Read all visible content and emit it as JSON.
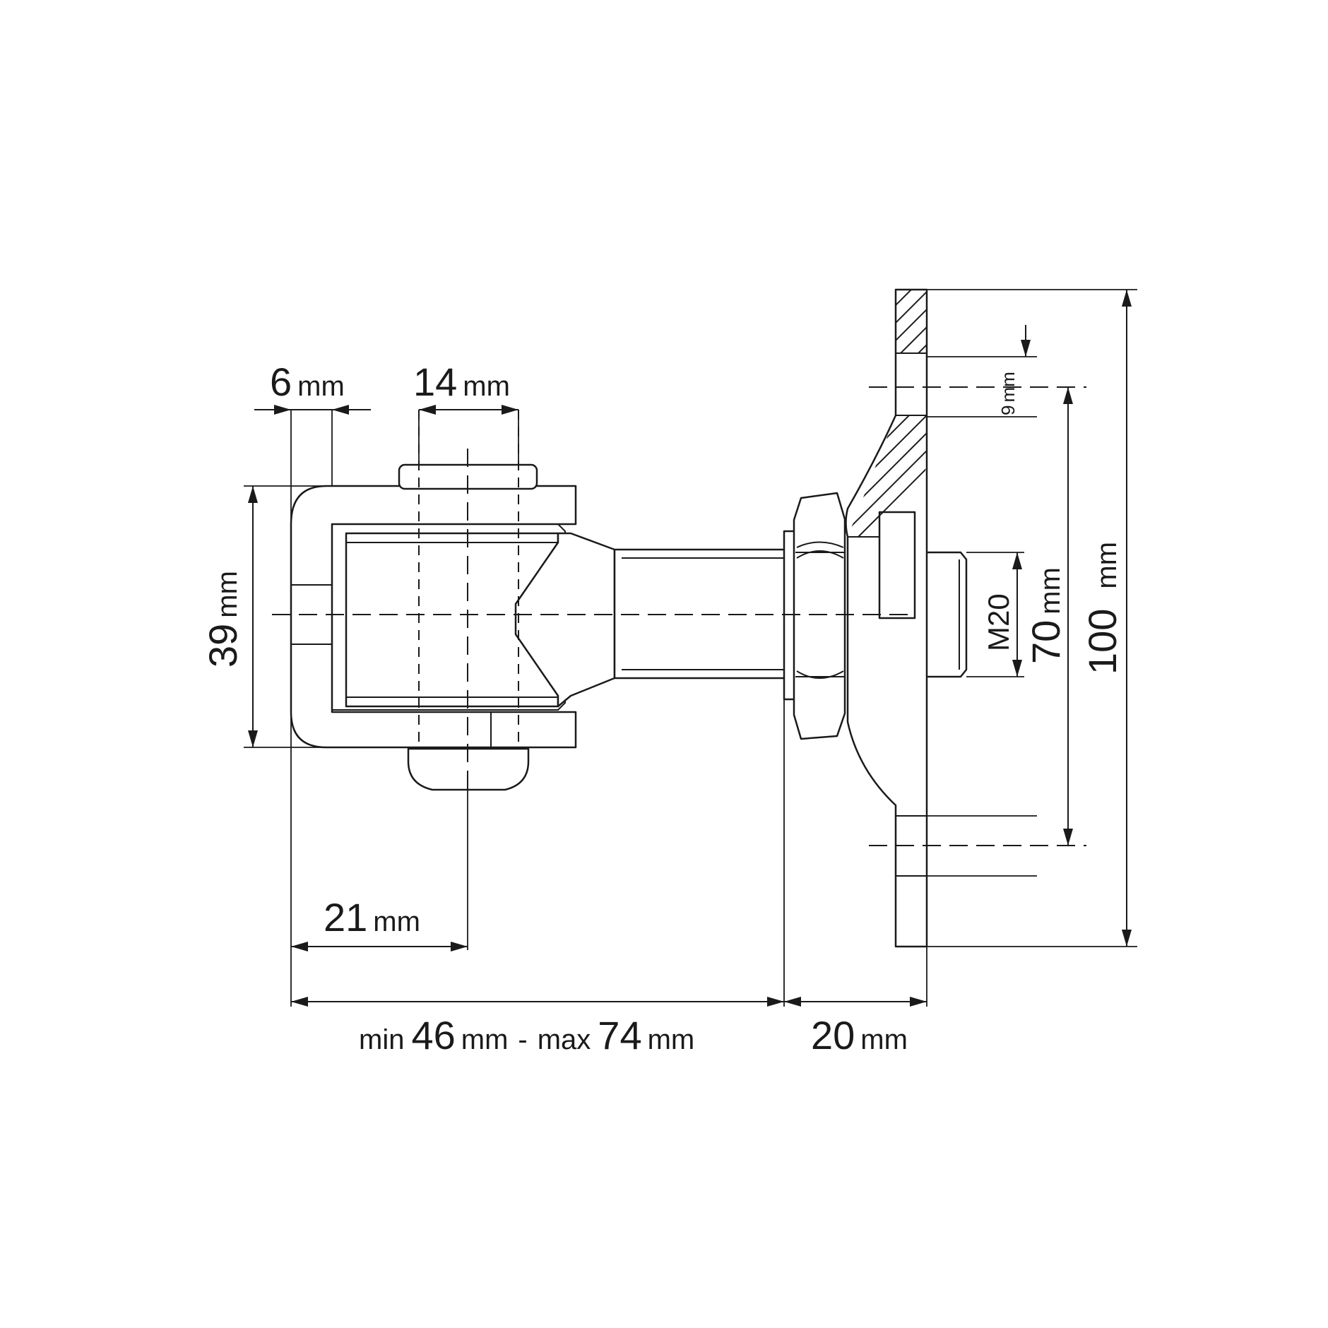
{
  "dimensions": {
    "width_6": {
      "value": "6",
      "unit": "mm"
    },
    "width_14": {
      "value": "14",
      "unit": "mm"
    },
    "height_39": {
      "value": "39",
      "unit": "mm"
    },
    "offset_21": {
      "value": "21",
      "unit": "mm"
    },
    "adjust_range": {
      "min_word": "min",
      "min_value": "46",
      "min_unit": "mm",
      "separator": "-",
      "max_word": "max",
      "max_value": "74",
      "max_unit": "mm"
    },
    "plate_20": {
      "value": "20",
      "unit": "mm"
    },
    "thread": {
      "label": "M20"
    },
    "hole_spacing_70": {
      "value": "70",
      "unit": "mm"
    },
    "plate_height_100": {
      "value": "100",
      "unit": "mm"
    },
    "hole_9": {
      "value": "9",
      "unit": "mm"
    }
  }
}
